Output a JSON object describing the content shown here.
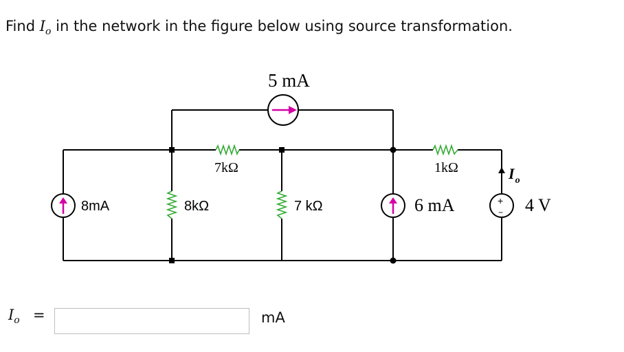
{
  "question": {
    "prefix": "Find",
    "variable": "I",
    "variable_sub": "o",
    "suffix": "in the network in the figure below using source transformation."
  },
  "circuit": {
    "source_top_label": "5 mA",
    "source_left_label": "8mA",
    "source_right_label": "6 mA",
    "voltage_source_label": "4 V",
    "voltage_source_plus": "+",
    "voltage_source_minus": "−",
    "resistor_top_mid_label": "7kΩ",
    "resistor_top_right_label": "1kΩ",
    "resistor_left_label": "8kΩ",
    "resistor_mid_label": "7 kΩ",
    "current_label": "I",
    "current_label_sub": "o"
  },
  "answer": {
    "variable": "I",
    "variable_sub": "o",
    "equals": "=",
    "value": "",
    "unit": "mA"
  },
  "colors": {
    "wire": "#000000",
    "arrow": "#d400a6",
    "resistor": "#33aa33"
  }
}
